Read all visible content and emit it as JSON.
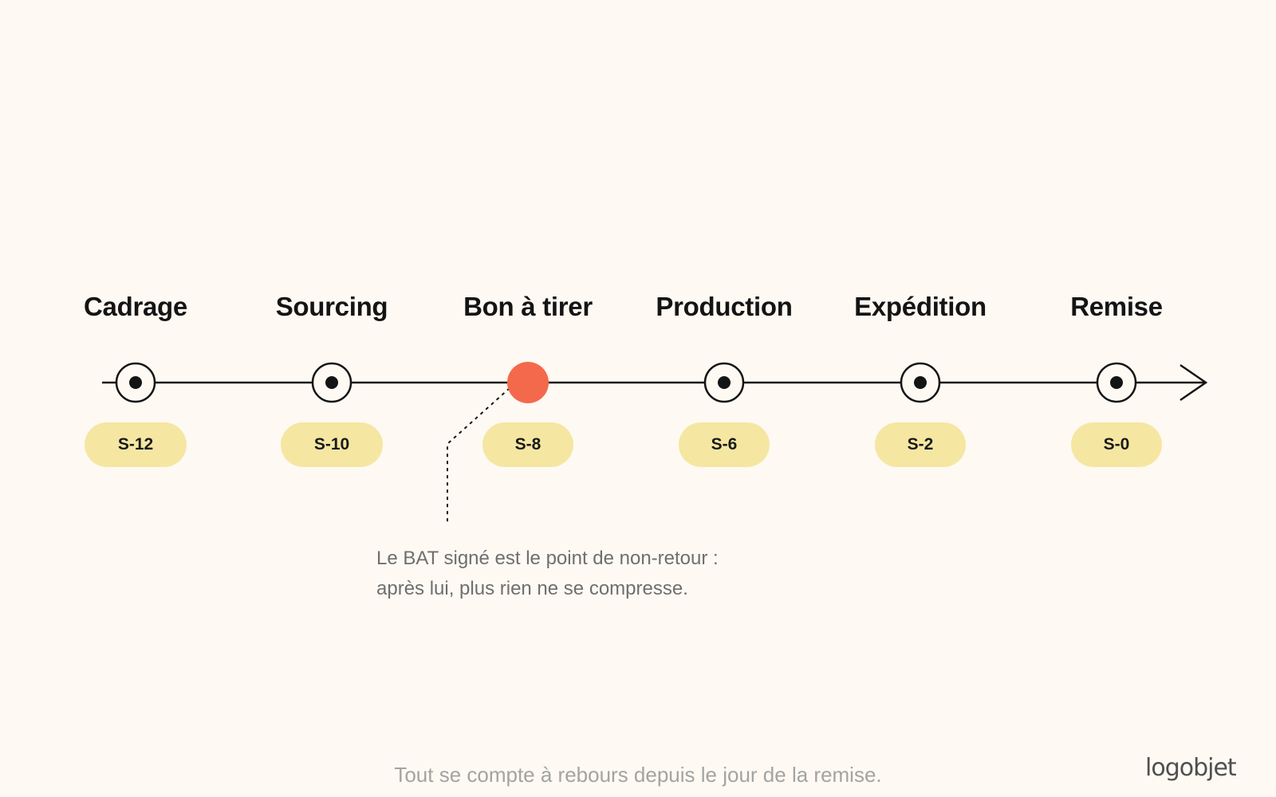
{
  "steps": [
    {
      "title": "Cadrage",
      "week": "S-12",
      "highlight": false
    },
    {
      "title": "Sourcing",
      "week": "S-10",
      "highlight": false
    },
    {
      "title": "Bon à tirer",
      "week": "S-8",
      "highlight": true
    },
    {
      "title": "Production",
      "week": "S-6",
      "highlight": false
    },
    {
      "title": "Expédition",
      "week": "S-2",
      "highlight": false
    },
    {
      "title": "Remise",
      "week": "S-0",
      "highlight": false
    }
  ],
  "annotation": {
    "line1": "Le BAT signé est le point de non-retour :",
    "line2": "après lui, plus rien ne se compresse."
  },
  "footer": "Tout se compte à rebours depuis le jour de la remise.",
  "logo": "logobjet",
  "colors": {
    "background": "#fef9f3",
    "line": "#141414",
    "highlight": "#f4694b",
    "pill": "#f5e7a2",
    "annotation_text": "#6f6f6f",
    "footer_text": "#a3a3a3"
  }
}
